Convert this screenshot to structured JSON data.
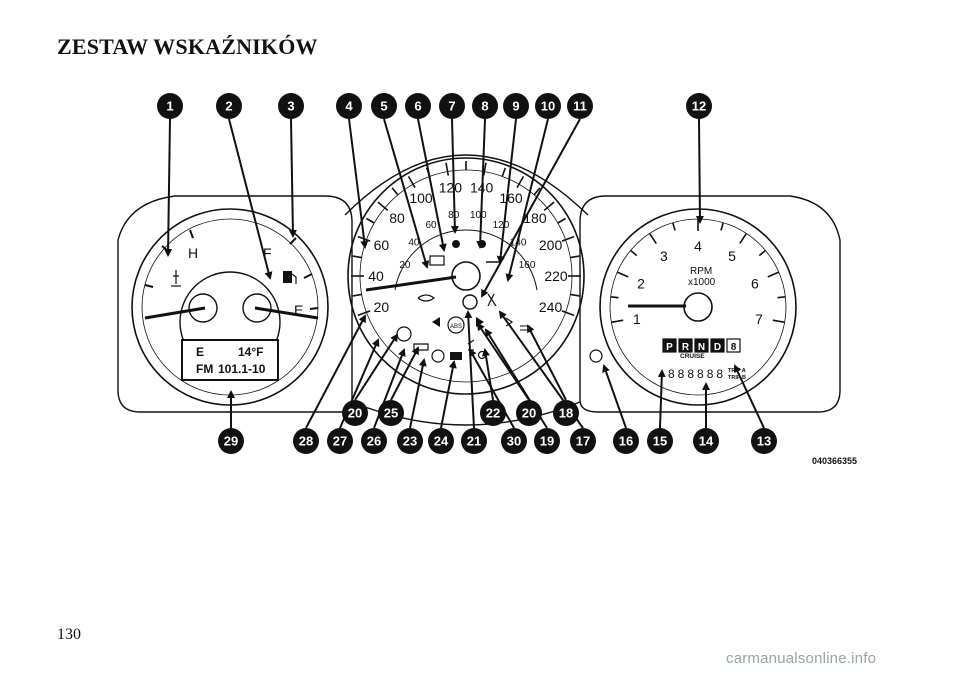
{
  "page": {
    "title": "ZESTAW WSKAŹNIKÓW",
    "page_number": "130",
    "figure_code": "040366355",
    "watermark": "carmanualsonline.info"
  },
  "gauges": {
    "temp_hot": "H",
    "fuel_full": "F",
    "fuel_empty": "E",
    "speed_outer": [
      "20",
      "40",
      "60",
      "80",
      "100",
      "120",
      "140",
      "160",
      "180",
      "200",
      "220",
      "240"
    ],
    "speed_inner": [
      "20",
      "40",
      "60",
      "80",
      "100",
      "120",
      "140",
      "160"
    ],
    "rpm_numbers": [
      "1",
      "2",
      "3",
      "4",
      "5",
      "6",
      "7"
    ],
    "rpm_label": "RPM",
    "rpm_unit": "x1000"
  },
  "lcd_left": {
    "compass": "E",
    "temperature": "14°F",
    "band": "FM",
    "frequency": "101.1-10"
  },
  "lcd_right": {
    "gears": [
      "P",
      "R",
      "N",
      "D",
      "8"
    ],
    "cruise": "CRUISE",
    "odometer": "888888",
    "trip_a": "TRIP A",
    "trip_b": "TRIP B"
  },
  "warning_icons": {
    "abs": "ABS"
  },
  "callouts_top": [
    "1",
    "2",
    "3",
    "4",
    "5",
    "6",
    "7",
    "8",
    "9",
    "10",
    "11",
    "12"
  ],
  "callouts_mid": [
    "20",
    "25",
    "22",
    "20",
    "18"
  ],
  "callouts_bottom": [
    "29",
    "28",
    "27",
    "26",
    "23",
    "24",
    "21",
    "30",
    "19",
    "17",
    "16",
    "15",
    "14",
    "13"
  ]
}
